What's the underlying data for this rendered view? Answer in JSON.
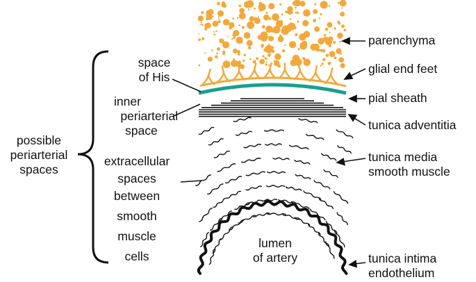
{
  "labels": {
    "possible_periarterial_spaces": [
      "possible",
      "periarterial",
      "spaces"
    ],
    "space_of_his": [
      "space",
      "of His"
    ],
    "inner_periarterial_space": [
      "inner",
      "periarterial",
      "space"
    ],
    "extracellular_spaces": [
      "extracellular",
      "spaces",
      "between",
      "smooth",
      "muscle",
      "cells"
    ],
    "parenchyma": "parenchyma",
    "glial_end_feet": "glial end feet",
    "pial_sheath": "pial sheath",
    "tunica_adventitia": "tunica adventitia",
    "tunica_media": [
      "tunica media",
      "smooth muscle"
    ],
    "tunica_intima": [
      "tunica intima",
      "endothelium"
    ],
    "lumen": [
      "lumen",
      "of artery"
    ]
  },
  "colors": {
    "parenchyma": "#f2a93b",
    "pial_sheath": "#1a9e8f",
    "ink": "#111111",
    "background": "#ffffff"
  }
}
